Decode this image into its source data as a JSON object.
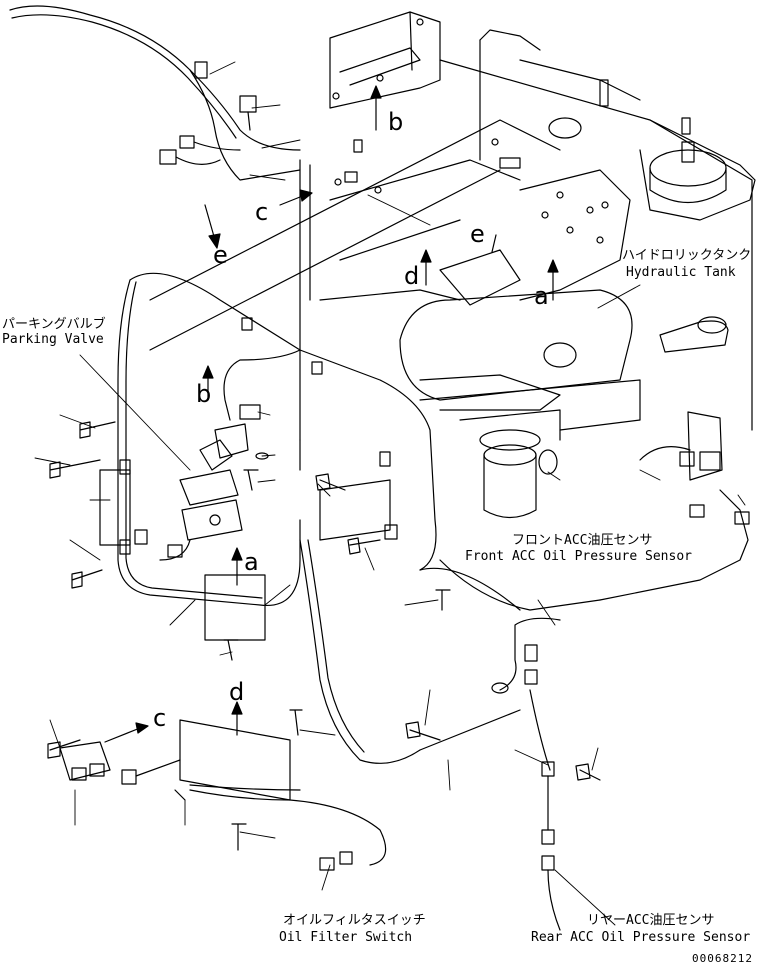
{
  "labels": {
    "parking_jp": "パーキングバルブ",
    "parking_en": "Parking Valve",
    "hyd_jp": "ハイドロリックタンク",
    "hyd_en": "Hydraulic Tank",
    "front_jp": "フロントACC油圧センサ",
    "front_en": "Front ACC Oil Pressure Sensor",
    "oil_jp": "オイルフィルタスイッチ",
    "oil_en": "Oil Filter Switch",
    "rear_jp": "リヤーACC油圧センサ",
    "rear_en": "Rear ACC Oil Pressure Sensor",
    "drawing_no": "00068212"
  },
  "refs": {
    "a1": "a",
    "a2": "a",
    "b1": "b",
    "b2": "b",
    "c1": "c",
    "c2": "c",
    "d1": "d",
    "d2": "d",
    "e1": "e",
    "e2": "e"
  },
  "colors": {
    "ink": "#000000",
    "paper": "#ffffff"
  }
}
